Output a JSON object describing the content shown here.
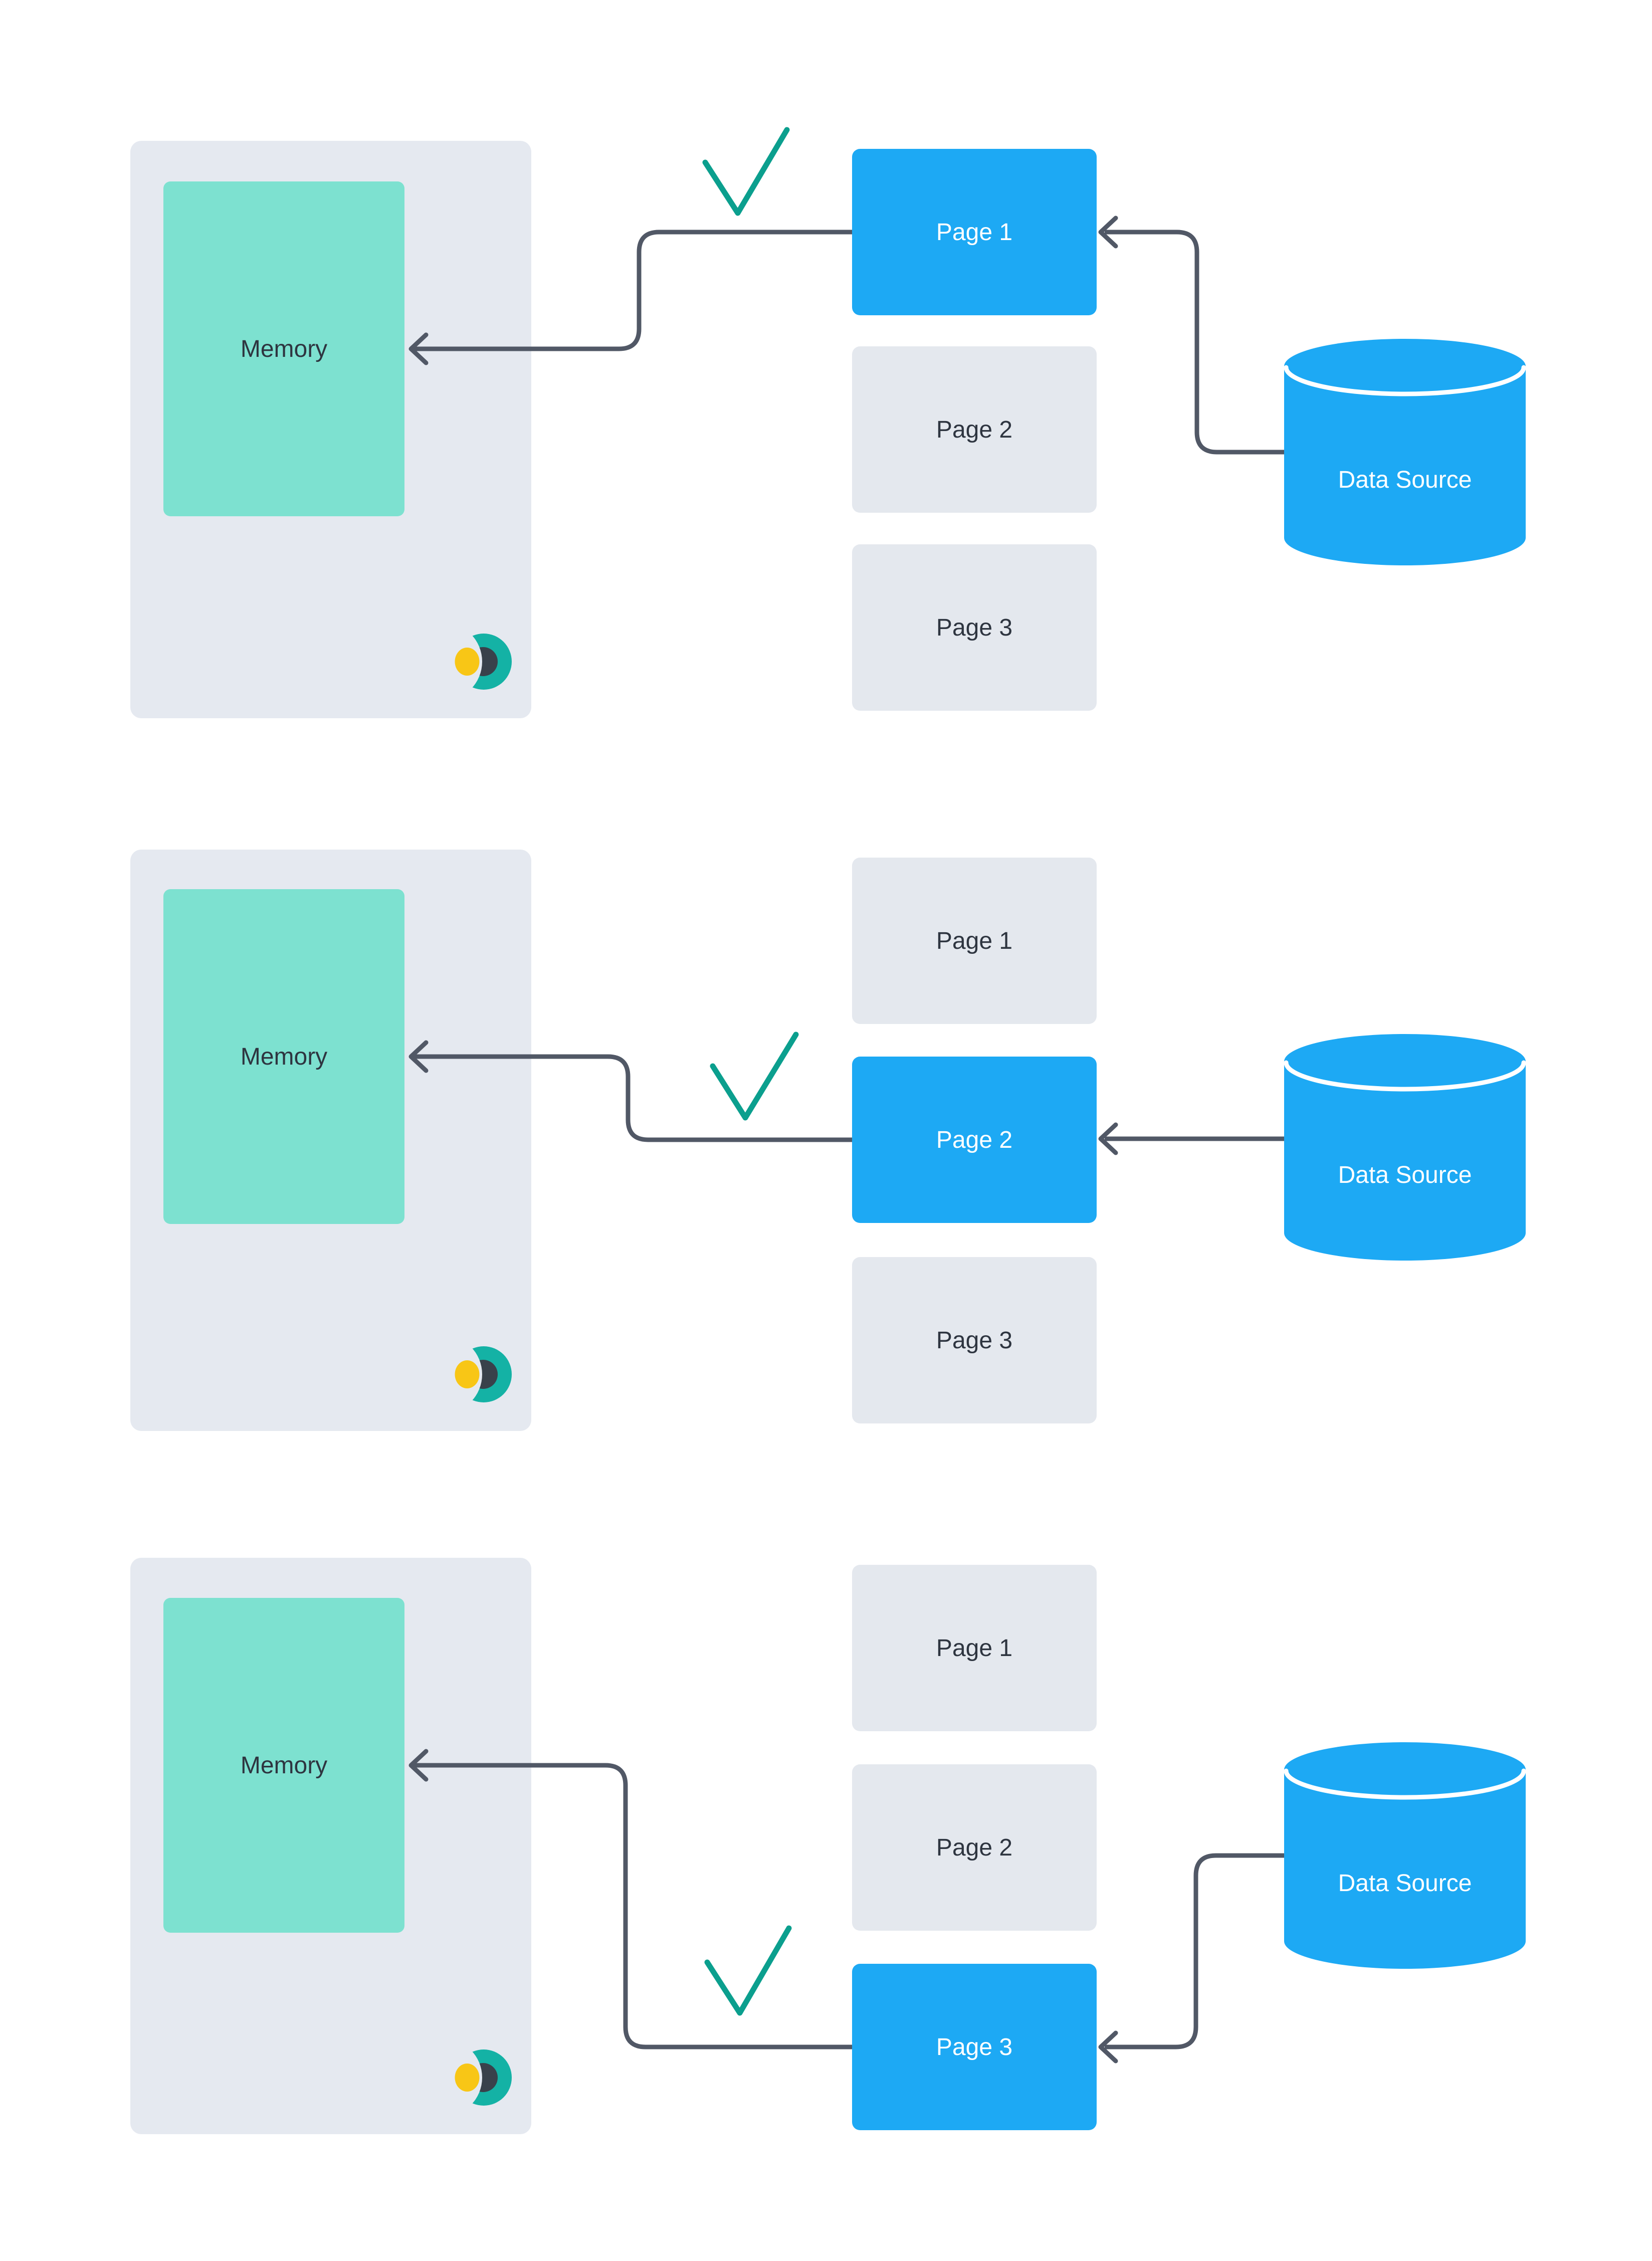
{
  "colors": {
    "accent_blue": "#1da9f4",
    "memory_teal": "#7de1d0",
    "panel_gray": "#e5e9f0",
    "page_gray": "#e4e8ee",
    "arrow_slate": "#515866",
    "check_teal": "#0b9f8e",
    "text_dark": "#2e3540",
    "text_light": "#ffffff",
    "logo_teal": "#14b2a5",
    "logo_yellow": "#f8c616",
    "logo_dark": "#39414b"
  },
  "icons": {
    "checkmark": "checkmark-icon",
    "logo": "crescent-logo-icon",
    "arrowhead": "left-chevron-arrowhead",
    "cylinder": "database-cylinder"
  },
  "panels": [
    {
      "memory_label": "Memory",
      "data_source_label": "Data Source",
      "active_page": "Page 1",
      "pages": [
        {
          "label": "Page 1",
          "active": true
        },
        {
          "label": "Page 2",
          "active": false
        },
        {
          "label": "Page 3",
          "active": false
        }
      ]
    },
    {
      "memory_label": "Memory",
      "data_source_label": "Data Source",
      "active_page": "Page 2",
      "pages": [
        {
          "label": "Page 1",
          "active": false
        },
        {
          "label": "Page 2",
          "active": true
        },
        {
          "label": "Page 3",
          "active": false
        }
      ]
    },
    {
      "memory_label": "Memory",
      "data_source_label": "Data Source",
      "active_page": "Page 3",
      "pages": [
        {
          "label": "Page 1",
          "active": false
        },
        {
          "label": "Page 2",
          "active": false
        },
        {
          "label": "Page 3",
          "active": true
        }
      ]
    }
  ]
}
